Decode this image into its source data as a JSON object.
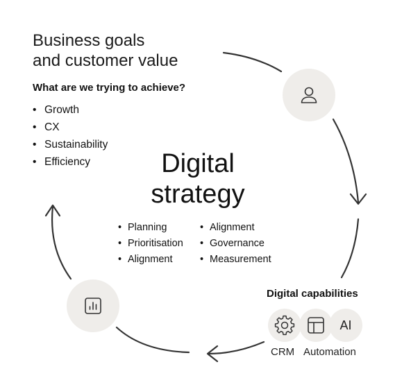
{
  "goals": {
    "title_line1": "Business goals",
    "title_line2": "and customer value",
    "question": "What are we trying to achieve?",
    "items": [
      "Growth",
      "CX",
      "Sustainability",
      "Efficiency"
    ]
  },
  "center": {
    "title_line1": "Digital",
    "title_line2": "strategy",
    "left_items": [
      "Planning",
      "Prioritisation",
      "Alignment"
    ],
    "right_items": [
      "Alignment",
      "Governance",
      "Measurement"
    ]
  },
  "capabilities": {
    "title": "Digital capabilities",
    "ai_label": "AI",
    "crm_label": "CRM",
    "automation_label": "Automation"
  },
  "icons": [
    "user-icon",
    "chart-icon",
    "gear-icon",
    "layout-icon"
  ],
  "colors": {
    "circle_fill": "#efedea",
    "stroke": "#333333",
    "text": "#111111"
  }
}
